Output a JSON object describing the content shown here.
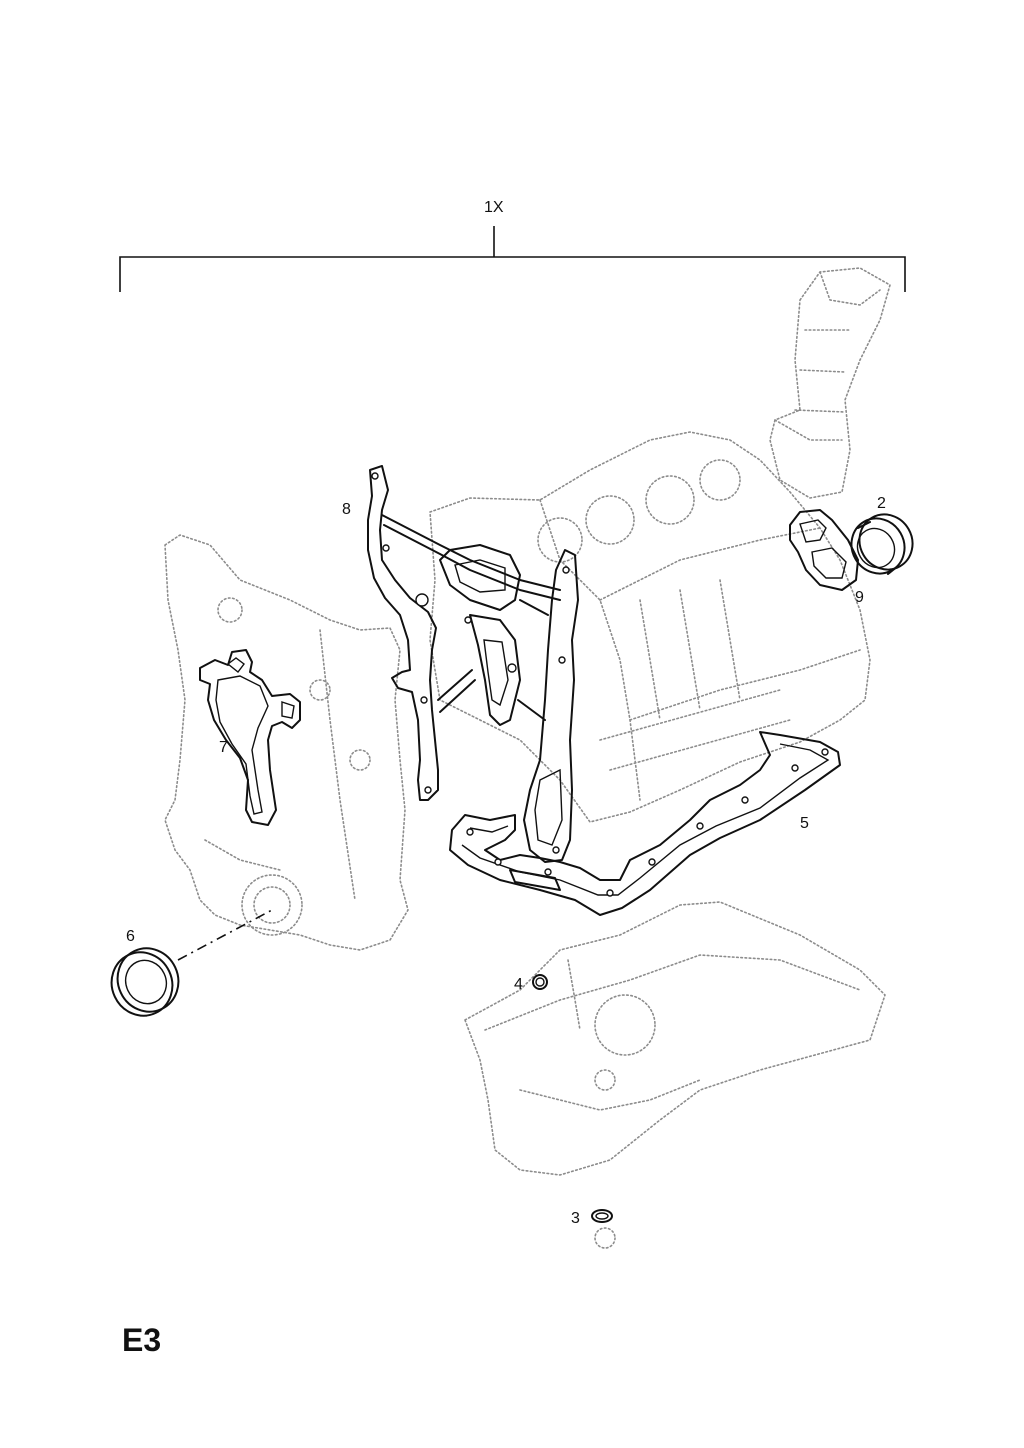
{
  "page_code": "E3",
  "callouts": {
    "kit": "1X",
    "c2": "2",
    "c3": "3",
    "c4": "4",
    "c5": "5",
    "c6": "6",
    "c7": "7",
    "c8": "8",
    "c9": "9"
  },
  "colors": {
    "outline": "#111111",
    "ghost": "#8c8c8c"
  }
}
